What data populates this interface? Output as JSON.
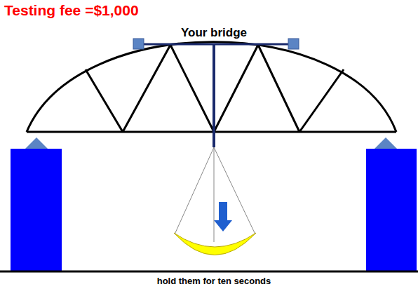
{
  "diagram": {
    "labels": [
      "Testing fee =$1,000",
      "Your bridge",
      "hold them for ten seconds"
    ]
  }
}
